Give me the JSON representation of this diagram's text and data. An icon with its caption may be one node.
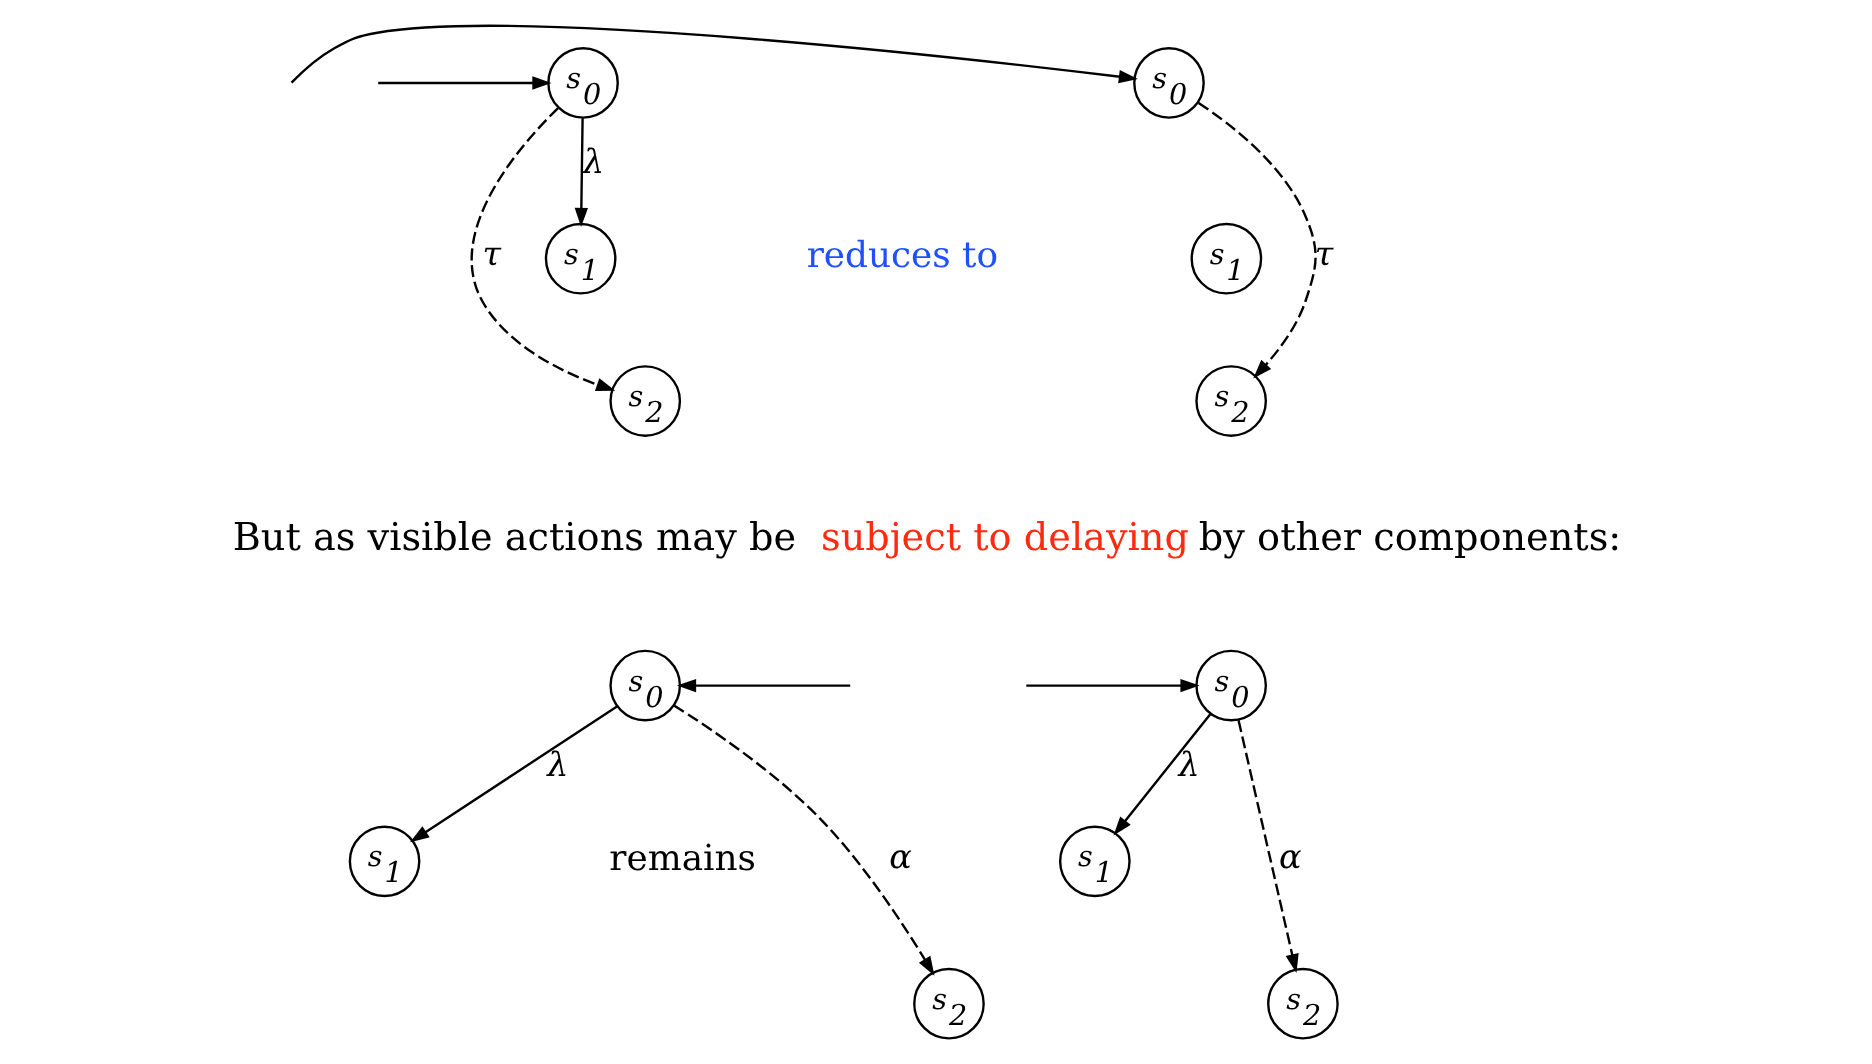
{
  "diagram": {
    "nodes": [
      {
        "text": [
          "s$_{0}$"
        ]
      },
      {
        "text": [
          "s$_{1}$"
        ]
      },
      {
        "text": [
          "s$_{2}$"
        ]
      },
      {
        "text": [
          "s$_{0}$"
        ]
      },
      {
        "text": [
          "s$_{1}$"
        ]
      },
      {
        "text": [
          "s$_{2}$"
        ]
      },
      {
        "text": [
          "s$_{0}$"
        ]
      },
      {
        "text": [
          "s$_{1}$"
        ]
      },
      {
        "text": [
          "s$_{2}$"
        ]
      },
      {
        "text": [
          "s$_{0}$"
        ]
      },
      {
        "text": [
          "s$_{1}$"
        ]
      },
      {
        "text": [
          "s$_{2}$"
        ]
      }
    ],
    "edges": [
      {
        "from": null,
        "to": 0,
        "arrow": "to"
      },
      {
        "from": 0,
        "to": 1,
        "arrow": "to",
        "label": "λ"
      },
      {
        "from": 0,
        "to": 2,
        "arrow": "to",
        "label": "τ",
        "style": "dashed"
      },
      {
        "from": null,
        "to": 3,
        "arrow": "to"
      },
      {
        "from": 3,
        "to": 5,
        "arrow": "to",
        "label": "τ",
        "style": "dashed"
      },
      {
        "from": null,
        "to": 6,
        "arrow": "to"
      },
      {
        "from": 6,
        "to": 7,
        "arrow": "to",
        "label": "λ"
      },
      {
        "from": 6,
        "to": 8,
        "arrow": "to",
        "label": "α",
        "style": "dashed"
      },
      {
        "from": null,
        "to": 9,
        "arrow": "to"
      },
      {
        "from": 9,
        "to": 10,
        "arrow": "to",
        "label": "λ"
      },
      {
        "from": 9,
        "to": 11,
        "arrow": "to",
        "label": "α",
        "style": "dashed"
      }
    ],
    "labels": [
      "reduces to",
      "But as visible actions may be **subject to delaying** by other components:",
      "remains"
    ]
  }
}
